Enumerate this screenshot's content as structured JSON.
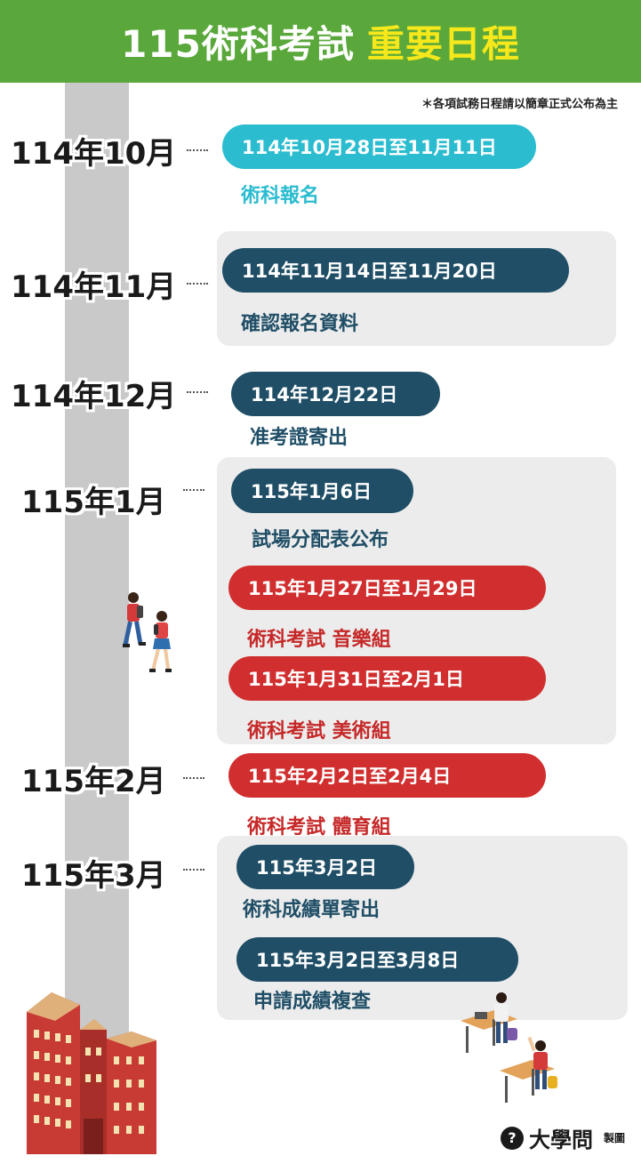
{
  "header": {
    "title_main": "115術科考試",
    "title_highlight": "重要日程"
  },
  "note": "＊各項試務日程請以簡章正式公布為主",
  "months": [
    "114年10月",
    "114年11月",
    "114年12月",
    "115年1月",
    "115年2月",
    "115年3月"
  ],
  "events": [
    {
      "date": "114年10月28日至11月11日",
      "label": "術科報名",
      "color": "#2bbcd0"
    },
    {
      "date": "114年11月14日至11月20日",
      "label": "確認報名資料",
      "color": "#1f4e66"
    },
    {
      "date": "114年12月22日",
      "label": "准考證寄出",
      "color": "#1f4e66"
    },
    {
      "date": "115年1月6日",
      "label": "試場分配表公布",
      "color": "#1f4e66"
    },
    {
      "date": "115年1月27日至1月29日",
      "label": "術科考試  音樂組",
      "color": "#d12f2f"
    },
    {
      "date": "115年1月31日至2月1日",
      "label": "術科考試  美術組",
      "color": "#d12f2f"
    },
    {
      "date": "115年2月2日至2月4日",
      "label": "術科考試  體育組",
      "color": "#d12f2f"
    },
    {
      "date": "115年3月2日",
      "label": "術科成績單寄出",
      "color": "#1f4e66"
    },
    {
      "date": "115年3月2日至3月8日",
      "label": "申請成績複查",
      "color": "#1f4e66"
    }
  ],
  "footer": {
    "brand": "大學問",
    "made": "製圖"
  },
  "icons": [
    "students-walking-illustration",
    "school-building-illustration",
    "students-at-desks-illustration",
    "brand-logo-icon"
  ]
}
